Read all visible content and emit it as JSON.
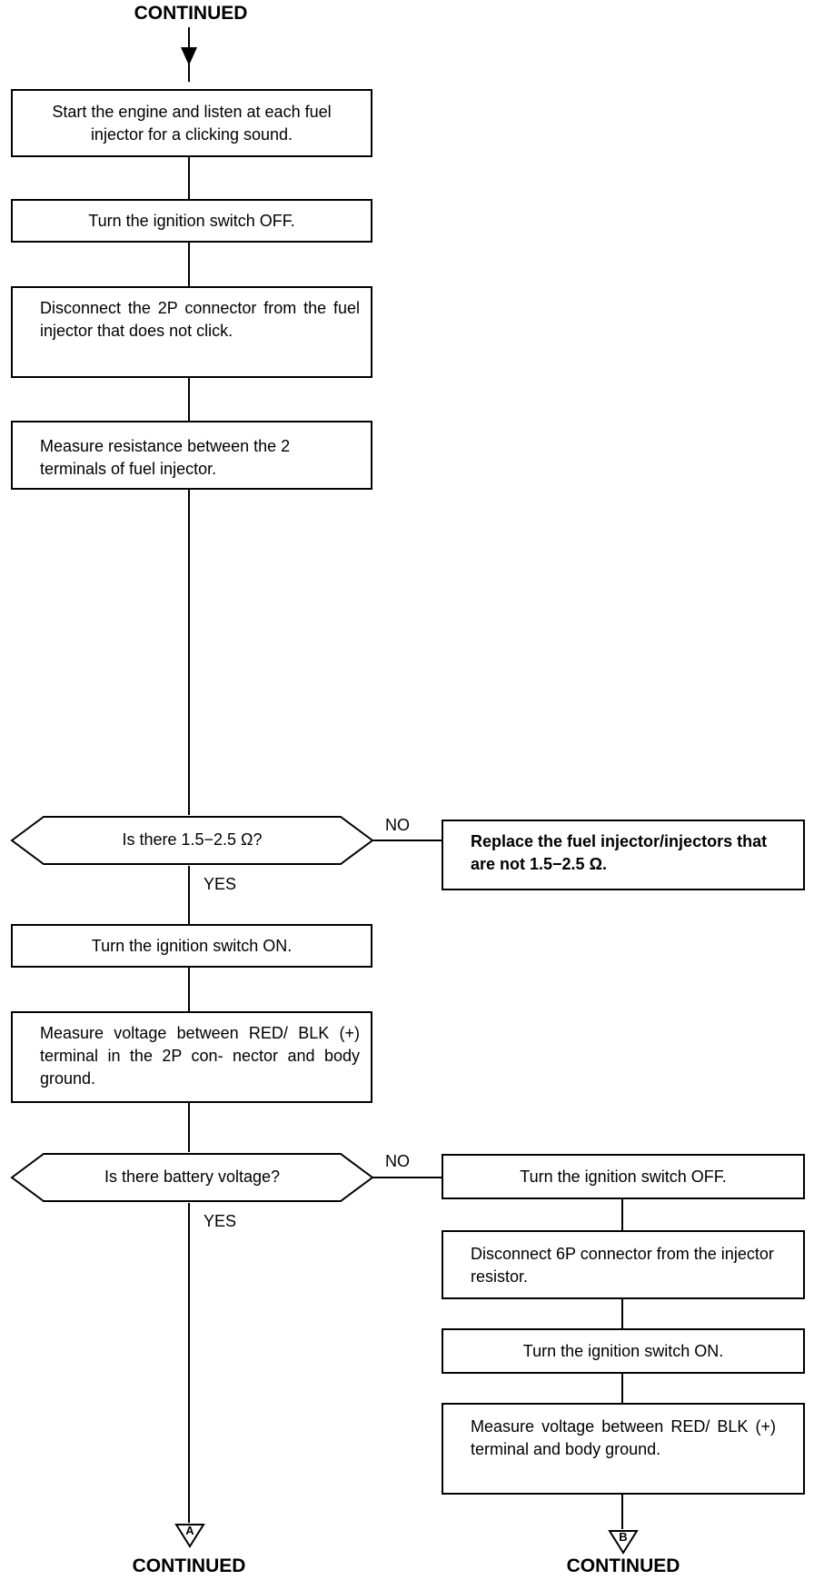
{
  "header": {
    "continued": "CONTINUED"
  },
  "steps": {
    "step1": "Start the engine and listen at each fuel injector for a clicking sound.",
    "step2": "Turn the ignition switch OFF.",
    "step3": "Disconnect the 2P connector from the fuel injector that does not click.",
    "step4": "Measure resistance between the 2 terminals of fuel injector.",
    "decision1": "Is there 1.5−2.5 Ω?",
    "decision1_no_action": "Replace the fuel injector/injectors that are not 1.5−2.5 Ω.",
    "step5": "Turn the ignition switch ON.",
    "step6": "Measure voltage between RED/ BLK (+) terminal in the 2P con- nector and body ground.",
    "decision2": "Is there battery voltage?",
    "branch_b1": "Turn the ignition switch OFF.",
    "branch_b2": "Disconnect 6P connector from the injector resistor.",
    "branch_b3": "Turn the ignition switch ON.",
    "branch_b4": "Measure voltage between RED/ BLK (+) terminal and body ground."
  },
  "labels": {
    "no": "NO",
    "yes": "YES"
  },
  "footer": {
    "continued_a": "CONTINUED",
    "continued_b": "CONTINUED",
    "marker_a": "A",
    "marker_b": "B"
  }
}
